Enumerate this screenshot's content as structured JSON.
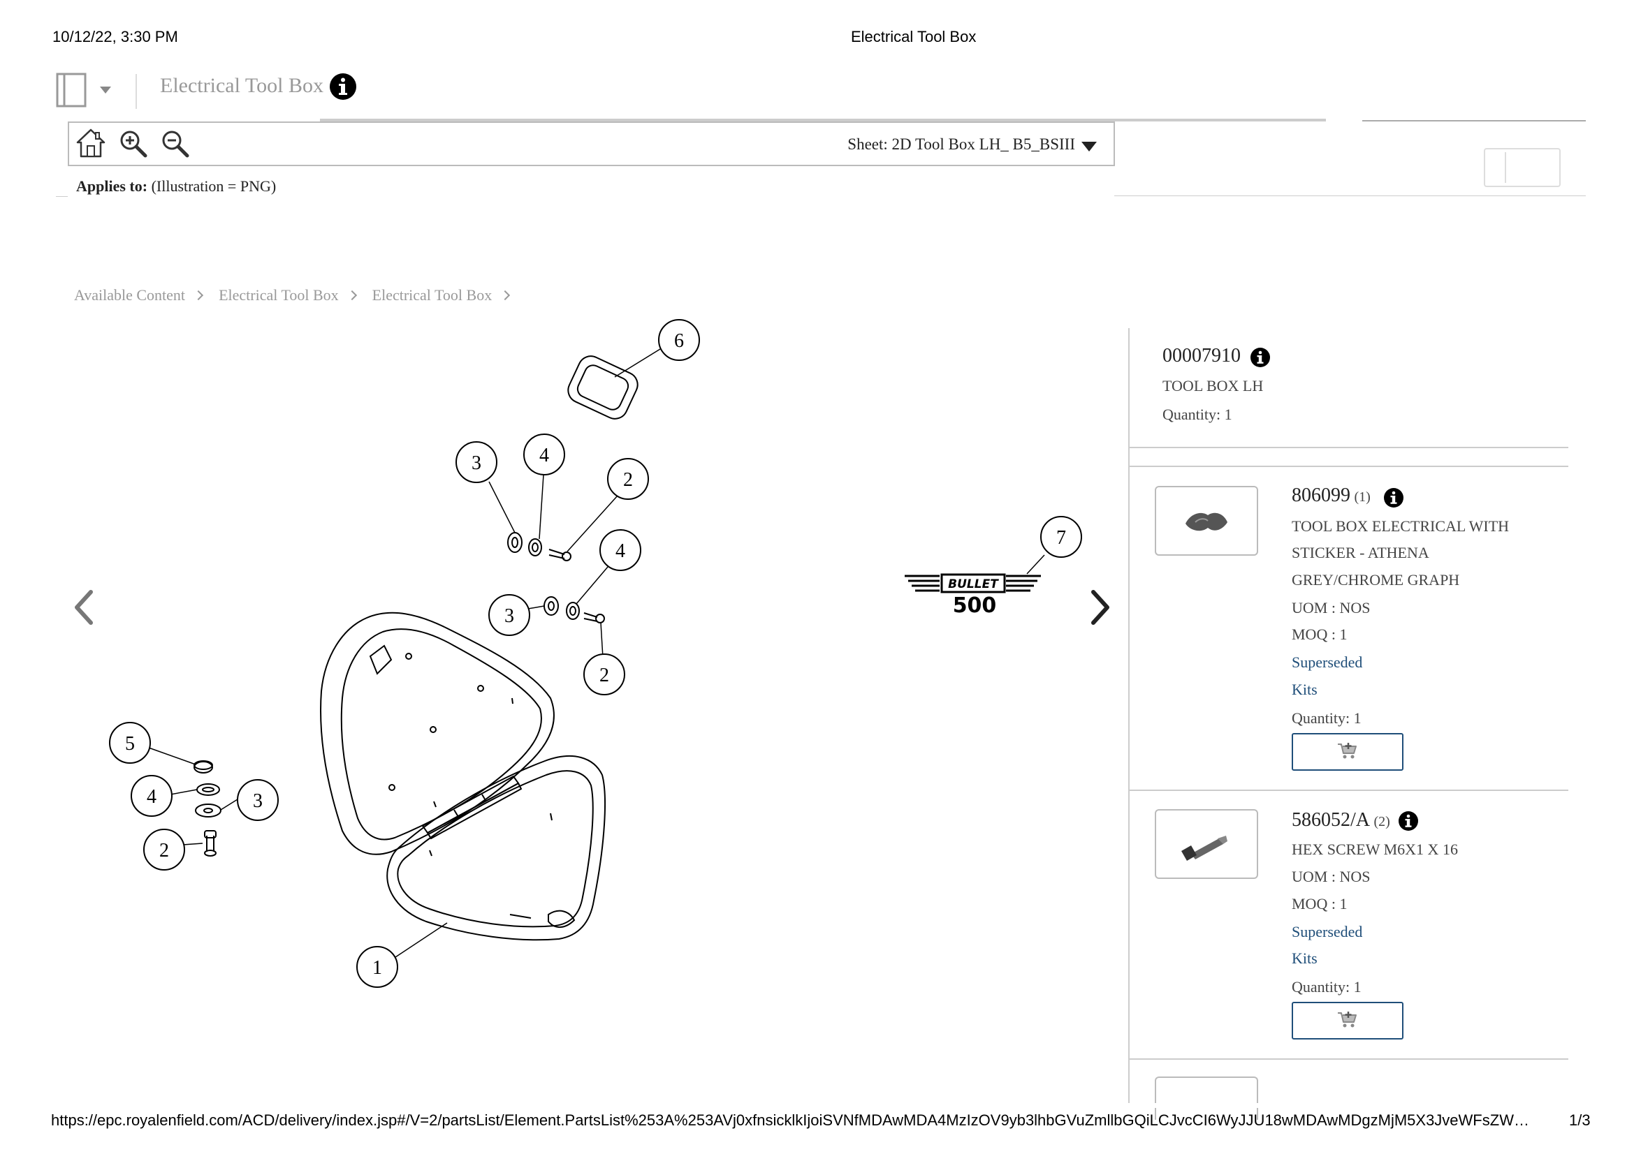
{
  "print_header": {
    "datetime": "10/12/22, 3:30 PM",
    "title": "Electrical Tool Box"
  },
  "app": {
    "title": "Electrical Tool Box"
  },
  "toolbar": {
    "home_icon": "home-icon",
    "zoom_in_icon": "zoom-in-icon",
    "zoom_out_icon": "zoom-out-icon",
    "sheet_label": "Sheet: 2D Tool Box LH_ B5_BSIII"
  },
  "applies": {
    "label": "Applies to:",
    "value": "(Illustration = PNG)"
  },
  "breadcrumb": [
    "Available Content",
    "Electrical Tool Box",
    "Electrical Tool Box"
  ],
  "diagram": {
    "callouts": [
      "6",
      "3",
      "4",
      "2",
      "4",
      "3",
      "2",
      "5",
      "4",
      "3",
      "2",
      "1",
      "7"
    ],
    "badge_text_top": "BULLET",
    "badge_text_bottom": "500"
  },
  "assembly": {
    "part_no": "00007910",
    "description": "TOOL BOX LH",
    "quantity": "Quantity: 1"
  },
  "parts": [
    {
      "part_no": "806099",
      "count": "(1)",
      "desc_lines": [
        "TOOL BOX ELECTRICAL WITH",
        "STICKER - ATHENA",
        "GREY/CHROME GRAPH"
      ],
      "uom": "UOM : NOS",
      "moq": "MOQ : 1",
      "superseded": "Superseded",
      "kits": "Kits",
      "quantity": "Quantity: 1"
    },
    {
      "part_no": "586052/A",
      "count": "(2)",
      "desc_lines": [
        "HEX SCREW M6X1 X 16"
      ],
      "uom": "UOM : NOS",
      "moq": "MOQ : 1",
      "superseded": "Superseded",
      "kits": "Kits",
      "quantity": "Quantity: 1"
    }
  ],
  "footer": {
    "url": "https://epc.royalenfield.com/ACD/delivery/index.jsp#/V=2/partsList/Element.PartsList%253A%253AVj0xfnsicklkIjoiSVNfMDAwMDA4MzIzOV9yb3lhbGVuZmllbGQiLCJvcCI6WyJJU18wMDAwMDgzMjM5X3JveWFsZW…",
    "page": "1/3"
  },
  "colors": {
    "link": "#1f4e79",
    "muted": "#999999",
    "border": "#bbbbbb"
  }
}
